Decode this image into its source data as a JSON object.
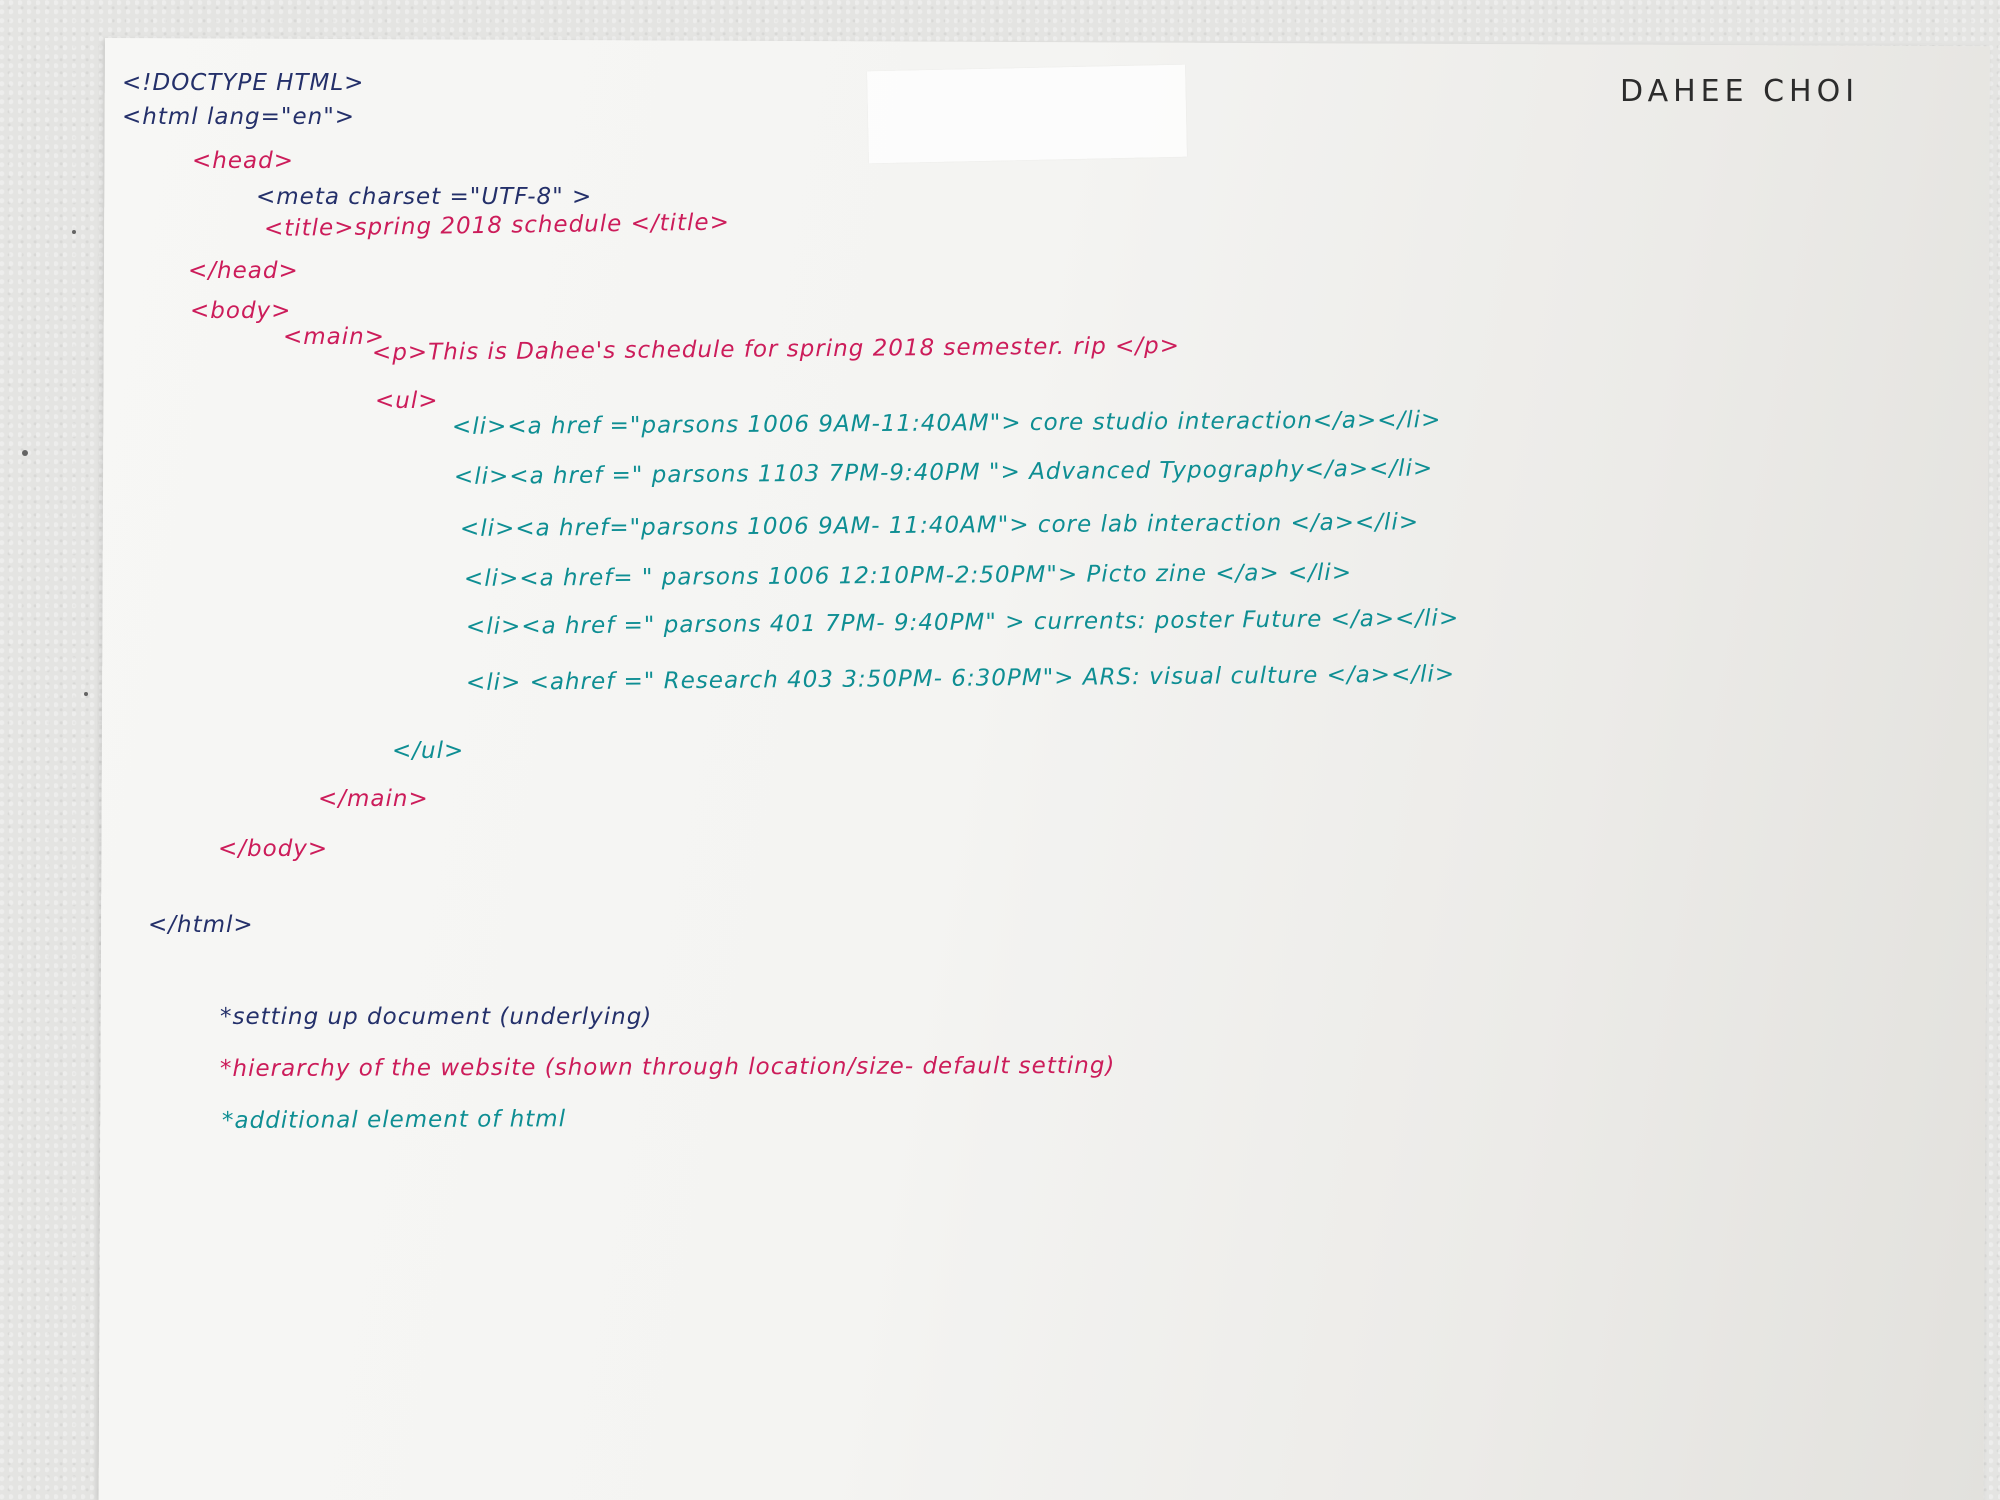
{
  "author": "DAHEE CHOI",
  "code": {
    "doctype": "<!DOCTYPE HTML>",
    "html_open": "<html lang=\"en\">",
    "head_open": "<head>",
    "meta": "<meta charset =\"UTF-8\" >",
    "title": "<title>spring 2018 schedule </title>",
    "head_close": "</head>",
    "body_open": "<body>",
    "main_open": "<main>",
    "p": "<p>This is Dahee's schedule for spring 2018 semester. rip </p>",
    "ul_open": "<ul>",
    "list_items": [
      "<li><a href =\"parsons 1006 9AM-11:40AM\"> core studio interaction</a></li>",
      "<li><a href =\" parsons 1103 7PM-9:40PM \"> Advanced Typography</a></li>",
      "<li><a href=\"parsons 1006 9AM- 11:40AM\"> core lab interaction </a></li>",
      "<li><a href= \" parsons 1006 12:10PM-2:50PM\"> Picto zine </a> </li>",
      "<li><a href =\" parsons 401 7PM- 9:40PM\" > currents: poster Future </a></li>",
      "<li> <ahref =\" Research 403 3:50PM- 6:30PM\"> ARS: visual culture </a></li>"
    ],
    "ul_close": "</ul>",
    "main_close": "</main>",
    "body_close": "</body>",
    "html_close": "</html>"
  },
  "notes": [
    "*setting up document (underlying)",
    "*hierarchy of the website (shown through location/size- default setting)",
    "*additional element of html"
  ],
  "colors": {
    "pink_ink": "#cc1c5a",
    "teal_ink": "#0e8e93",
    "navy_ink": "#24306a",
    "paper": "#f4f4f2",
    "wall": "#e4e4e2"
  }
}
